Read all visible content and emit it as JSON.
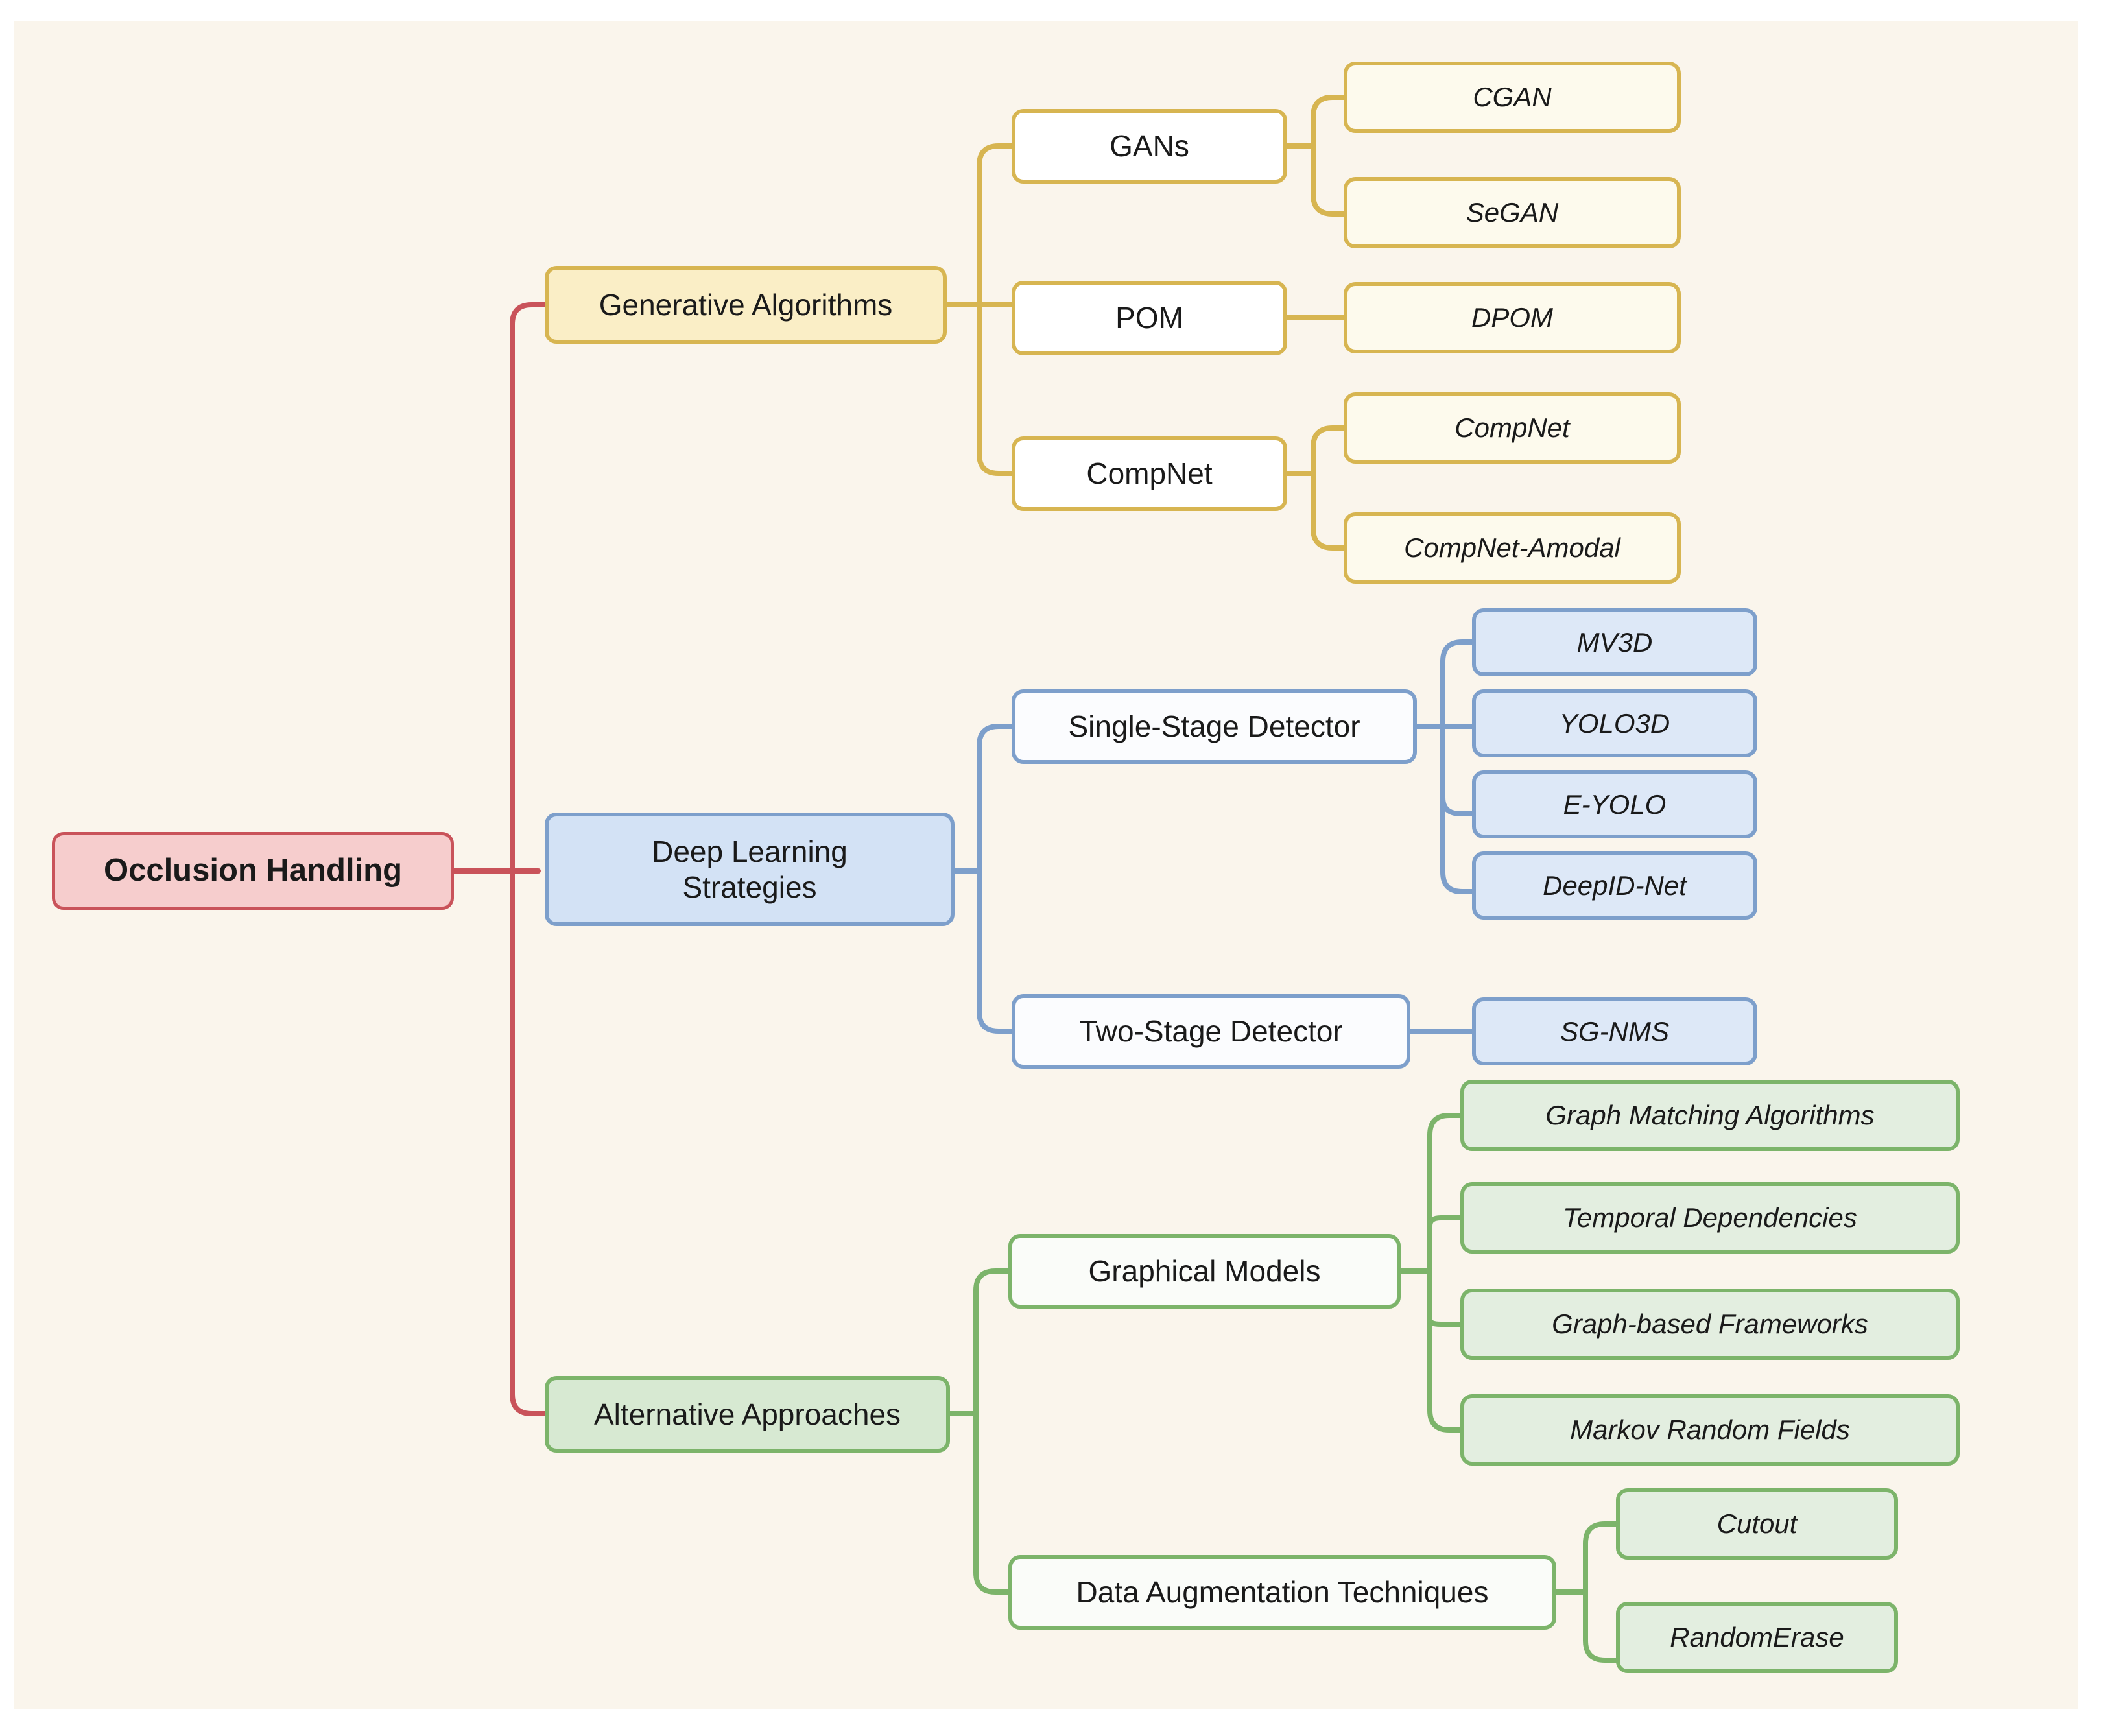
{
  "diagram": {
    "title": "Occlusion Handling",
    "type": "mind-map",
    "background_color": "#faf5ec",
    "page_color": "#ffffff"
  },
  "root": {
    "label": "Occlusion Handling",
    "color": "#c9535a",
    "fill": "#f6cdcd"
  },
  "branches": [
    {
      "id": "generative",
      "label": "Generative Algorithms",
      "color": "#d7b551",
      "children": [
        {
          "label": "GANs",
          "leaves": [
            "CGAN",
            "SeGAN"
          ]
        },
        {
          "label": "POM",
          "leaves": [
            "DPOM"
          ]
        },
        {
          "label": "CompNet",
          "leaves": [
            "CompNet",
            "CompNet-Amodal"
          ]
        }
      ]
    },
    {
      "id": "deeplearning",
      "label": "Deep Learning Strategies",
      "label_line1": "Deep Learning",
      "label_line2": "Strategies",
      "color": "#7d9fcb",
      "children": [
        {
          "label": "Single-Stage Detector",
          "leaves": [
            "MV3D",
            "YOLO3D",
            "E-YOLO",
            "DeepID-Net"
          ]
        },
        {
          "label": "Two-Stage Detector",
          "leaves": [
            "SG-NMS"
          ]
        }
      ]
    },
    {
      "id": "alternative",
      "label": "Alternative Approaches",
      "color": "#7cb46a",
      "children": [
        {
          "label": "Graphical Models",
          "leaves": [
            "Graph Matching Algorithms",
            "Temporal Dependencies",
            "Graph-based Frameworks",
            "Markov Random Fields"
          ]
        },
        {
          "label": "Data Augmentation Techniques",
          "leaves": [
            "Cutout",
            "RandomErase"
          ]
        }
      ]
    }
  ],
  "nodes": {
    "root": "Occlusion Handling",
    "generative_algorithms": "Generative Algorithms",
    "gans": "GANs",
    "cgan": "CGAN",
    "segan": "SeGAN",
    "pom": "POM",
    "dpom": "DPOM",
    "compnet": "CompNet",
    "compnet_leaf": "CompNet",
    "compnet_amodal": "CompNet-Amodal",
    "deep_learning_l1": "Deep Learning",
    "deep_learning_l2": "Strategies",
    "single_stage": "Single-Stage Detector",
    "mv3d": "MV3D",
    "yolo3d": "YOLO3D",
    "eyolo": "E-YOLO",
    "deepidnet": "DeepID-Net",
    "two_stage": "Two-Stage Detector",
    "sgnms": "SG-NMS",
    "alternative_approaches": "Alternative Approaches",
    "graphical_models": "Graphical Models",
    "graph_matching": "Graph Matching Algorithms",
    "temporal_dependencies": "Temporal Dependencies",
    "graph_based": "Graph-based Frameworks",
    "markov_random_fields": "Markov Random Fields",
    "data_augmentation": "Data Augmentation Techniques",
    "cutout": "Cutout",
    "randomerase": "RandomErase"
  }
}
